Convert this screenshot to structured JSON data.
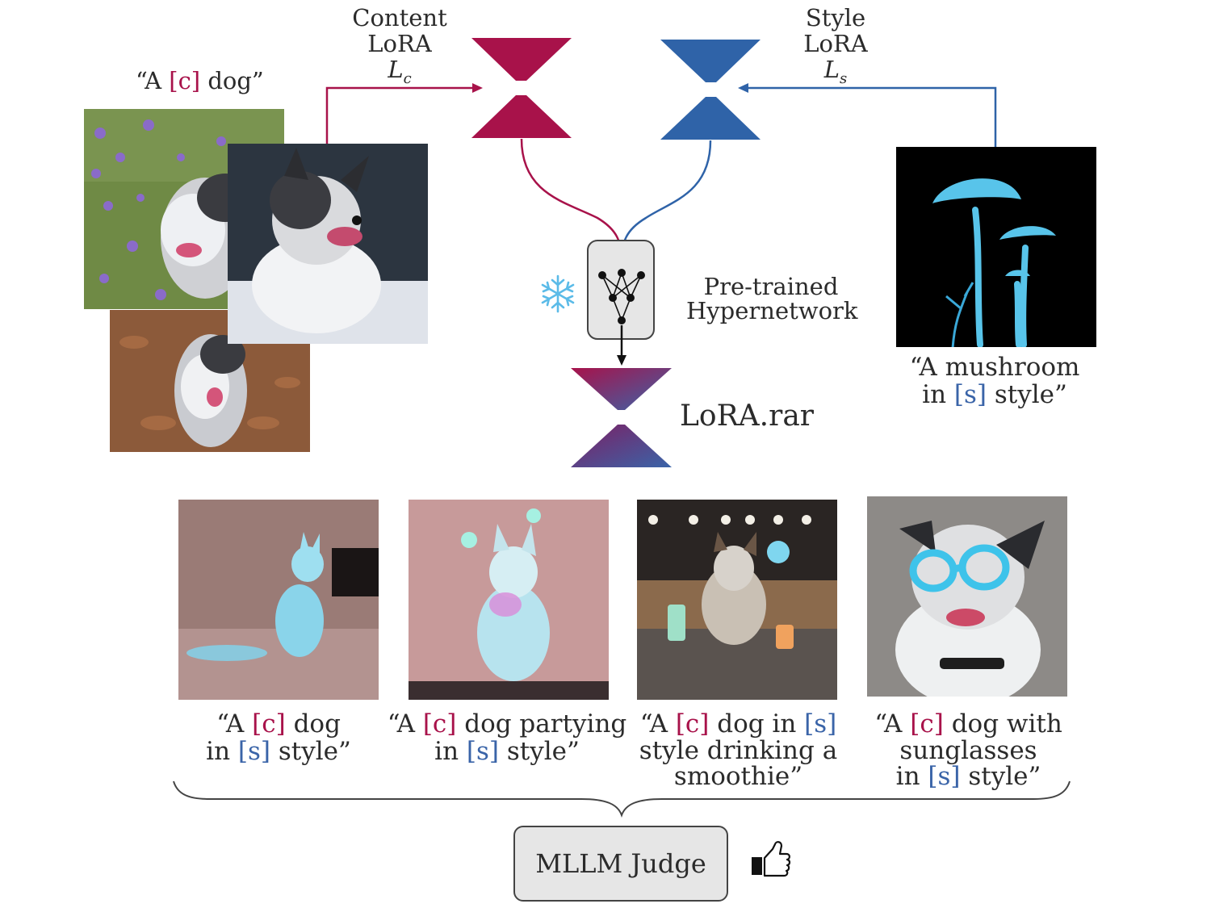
{
  "content_lora": {
    "line1": "Content",
    "line2": "LoRA",
    "symbol": "L",
    "subscript": "c",
    "color": "#a8124a"
  },
  "style_lora": {
    "line1": "Style",
    "line2": "LoRA",
    "symbol": "L",
    "subscript": "s",
    "color": "#2f63a8"
  },
  "content_prompt": {
    "open": "“A ",
    "token": "[c]",
    "close": " dog”"
  },
  "style_prompt": {
    "line1": "“A mushroom",
    "line2_pre": "in ",
    "token": "[s]",
    "line2_post": " style”"
  },
  "hypernetwork": {
    "line1": "Pre-trained",
    "line2": "Hypernetwork",
    "frozen_icon": "snowflake-icon"
  },
  "merged_lora": {
    "label": "LoRA.rar"
  },
  "outputs": [
    {
      "l1a": "“A ",
      "l1tok": "[c]",
      "l1b": " dog",
      "l2a": "in ",
      "l2tok": "[s]",
      "l2b": " style”"
    },
    {
      "l1a": "“A ",
      "l1tok": "[c]",
      "l1b": " dog partying",
      "l2a": "in ",
      "l2tok": "[s]",
      "l2b": " style”"
    },
    {
      "l1a": "“A ",
      "l1tok": "[c]",
      "l1b": " dog in ",
      "l1tok2": "[s]",
      "l2": "style drinking a",
      "l3": "smoothie”"
    },
    {
      "l1a": "“A ",
      "l1tok": "[c]",
      "l1b": " dog with",
      "l2": "sunglasses",
      "l3a": "in ",
      "l3tok": "[s]",
      "l3b": " style”"
    }
  ],
  "judge": {
    "label": "MLLM Judge",
    "icon": "thumbs-up-icon"
  }
}
